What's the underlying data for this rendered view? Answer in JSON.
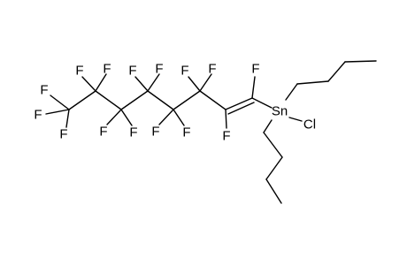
{
  "structure": {
    "atoms": [
      {
        "id": "CF3_1",
        "label": "F"
      },
      {
        "id": "CF3_2",
        "label": "F"
      },
      {
        "id": "CF3_3",
        "label": "F"
      },
      {
        "id": "C7_F1",
        "label": "F"
      },
      {
        "id": "C7_F2",
        "label": "F"
      },
      {
        "id": "C6_F1",
        "label": "F"
      },
      {
        "id": "C6_F2",
        "label": "F"
      },
      {
        "id": "C5_F1",
        "label": "F"
      },
      {
        "id": "C5_F2",
        "label": "F"
      },
      {
        "id": "C4_F1",
        "label": "F"
      },
      {
        "id": "C4_F2",
        "label": "F"
      },
      {
        "id": "C3_F1",
        "label": "F"
      },
      {
        "id": "C3_F2",
        "label": "F"
      },
      {
        "id": "C2_F",
        "label": "F"
      },
      {
        "id": "C1_F",
        "label": "F"
      },
      {
        "id": "tin",
        "label": "Sn"
      },
      {
        "id": "chlorine",
        "label": "Cl"
      }
    ]
  }
}
